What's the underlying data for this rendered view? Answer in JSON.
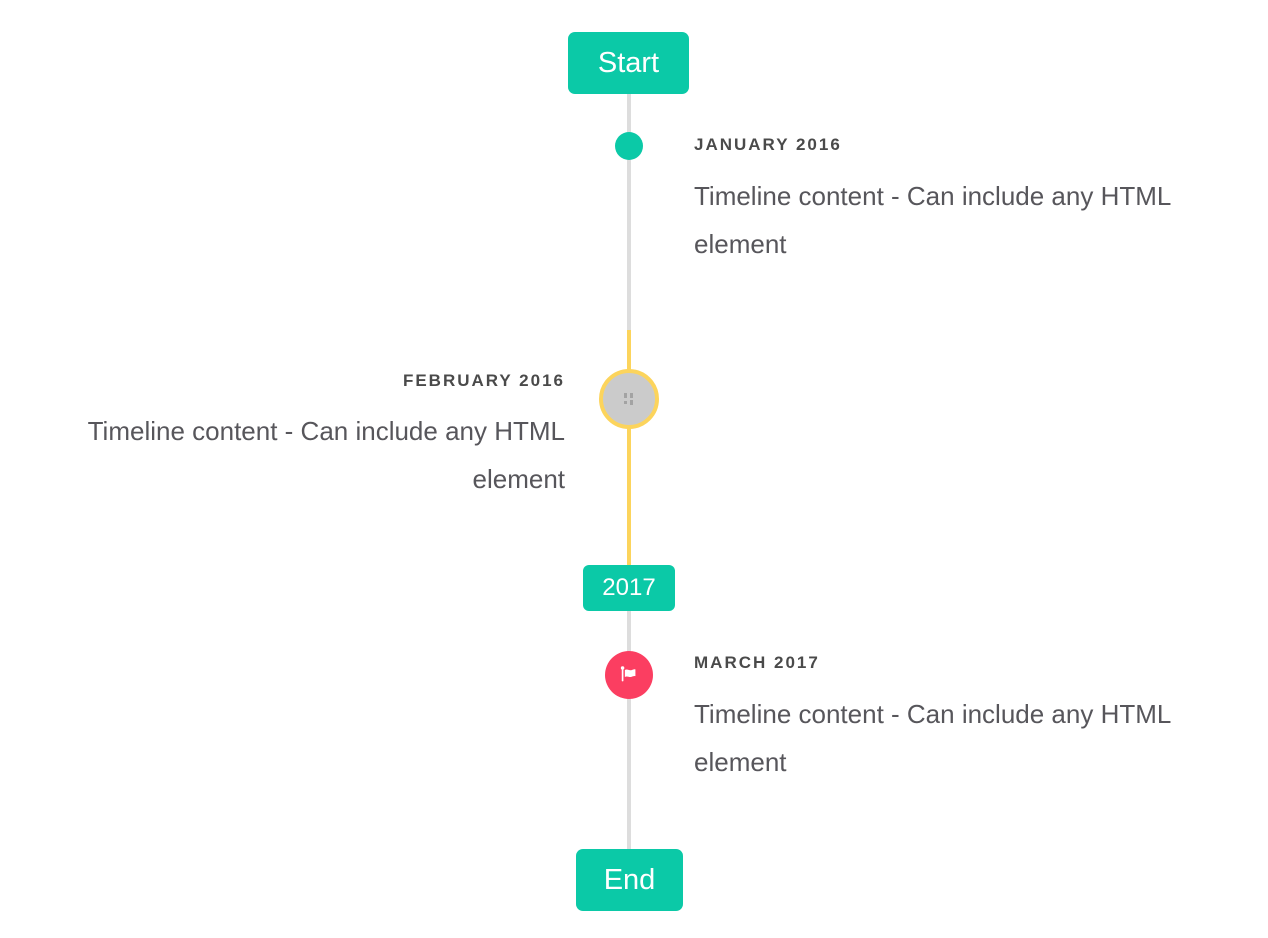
{
  "timeline": {
    "start_label": "Start",
    "end_label": "End",
    "year_badge": "2017",
    "events": [
      {
        "date": "JANUARY 2016",
        "content": "Timeline content - Can include any HTML element",
        "side": "right",
        "marker": "teal-dot"
      },
      {
        "date": "FEBRUARY 2016",
        "content": "Timeline content - Can include any HTML element",
        "side": "left",
        "marker": "button-circle-yellow-ring"
      },
      {
        "date": "MARCH 2017",
        "content": "Timeline content - Can include any HTML element",
        "side": "right",
        "marker": "flag-circle"
      }
    ],
    "colors": {
      "accent": "#0bc9a7",
      "highlight": "#fcd45c",
      "danger": "#fb3e61",
      "line": "#dddddd",
      "marker_fill": "#cbcbcb",
      "date_color": "#4a4a4a",
      "content_color": "#57565b"
    }
  }
}
